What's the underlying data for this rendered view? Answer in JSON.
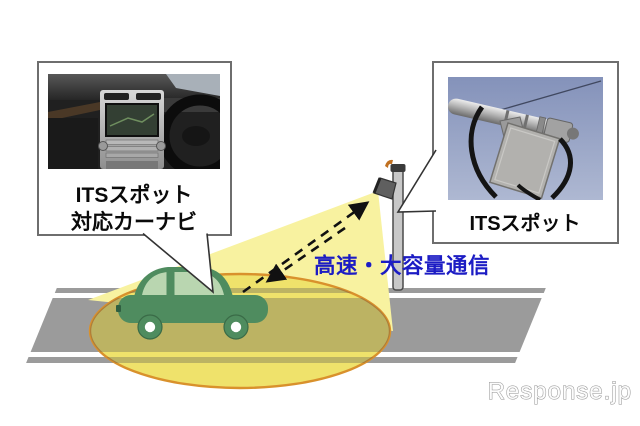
{
  "diagram": {
    "carnav_callout": {
      "label_line1": "ITSスポット",
      "label_line2": "対応カーナビ"
    },
    "itsspot_callout": {
      "label": "ITSスポット"
    },
    "beam_label": {
      "text": "高速・大容量通信",
      "color": "#1C1CC4"
    },
    "watermark": {
      "text": "Response.jp"
    },
    "colors": {
      "beam_fill": "#F8F2A0",
      "coverage_fill": "#EFE26B",
      "coverage_stroke": "#D9912C",
      "road_gray": "#9B9B9B",
      "car_body": "#4F8C5F",
      "car_window": "#B9D6B0",
      "pole_fill": "#C8C8C8",
      "arrow_color": "#111111",
      "box_border": "#6E6E6E",
      "label_text": "#0A0A0A"
    }
  }
}
